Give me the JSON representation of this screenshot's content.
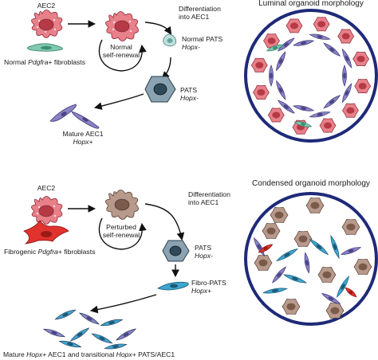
{
  "top": {
    "aec2_label": "AEC2",
    "fibroblast_label": "Normal Pdgfra+ fibroblasts",
    "fibroblast_parts": [
      "Normal ",
      "Pdgfra",
      "+ fibroblasts"
    ],
    "renewal_label": [
      "Normal",
      "self-renewal"
    ],
    "differentiation_label": [
      "Differentiation",
      "into AEC1"
    ],
    "normal_pats": [
      "Normal PATS",
      "Hopx-"
    ],
    "pats": [
      "PATS",
      "Hopx-"
    ],
    "mature": [
      "Mature AEC1",
      "Hopx+"
    ],
    "organoid_title": "Luminal organoid morphology"
  },
  "bottom": {
    "aec2_label": "AEC2",
    "fibroblast_label": "Fibrogenic Pdgfra+ fibroblasts",
    "fibroblast_parts": [
      "Fibrogenic ",
      "Pdgfra",
      "+ fibroblasts"
    ],
    "renewal_label": [
      "Perturbed",
      "self-renewal"
    ],
    "differentiation_label": [
      "Differentiation",
      "into AEC1"
    ],
    "pats": [
      "PATS",
      "Hopx-"
    ],
    "fibro_pats": [
      "Fibro-PATS",
      "Hopx+"
    ],
    "caption": "Mature Hopx+ AEC1 and transitional Hopx+ PATS/AEC1",
    "caption_parts": [
      "Mature ",
      "Hopx",
      "+ AEC1 and transitional ",
      "Hopx",
      "+ PATS/AEC1"
    ],
    "organoid_title": "Condensed organoid morphology"
  },
  "colors": {
    "aec2_body": "#e8808a",
    "aec2_nucleus": "#b53a46",
    "perturbed_body": "#b89a8c",
    "perturbed_nucleus": "#7a5a4a",
    "aec1": "#8a84c4",
    "aec1_nucleus": "#4a4488",
    "fibro_pats": "#3fa6cf",
    "normal_fibroblast": "#7fc9b0",
    "fibrogenic_fibroblast": "#e0332e",
    "pats_cell": "#8aa3b3",
    "normal_pats_cell": "#bfe0dc",
    "organoid_ring": "#1e2a78"
  }
}
